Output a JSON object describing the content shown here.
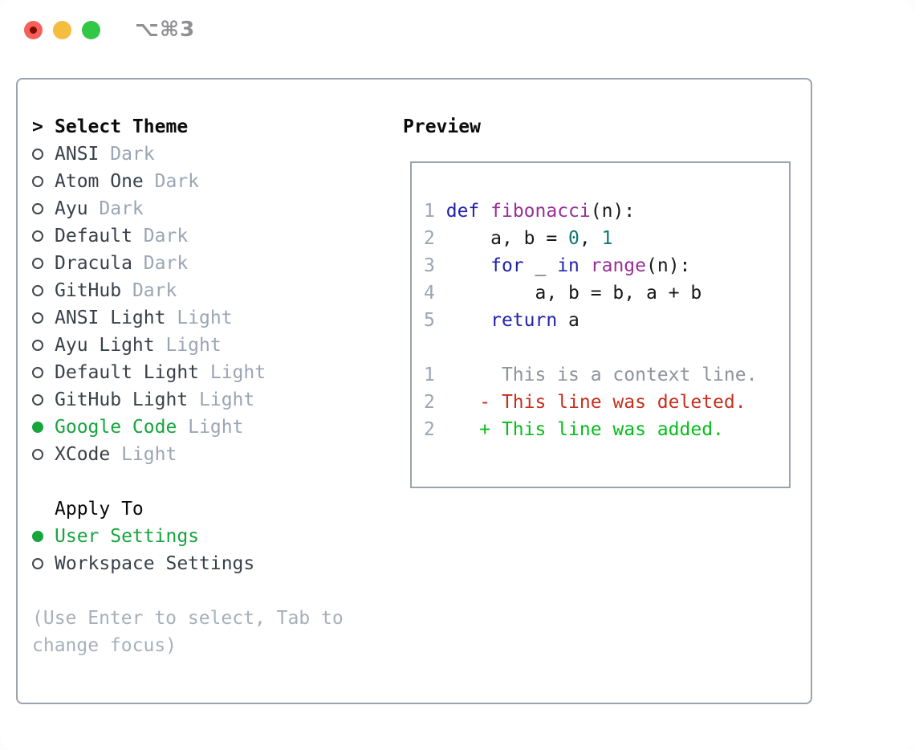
{
  "titlebar": {
    "shortcut": "⌥⌘3"
  },
  "theme_panel": {
    "title_marker": ">",
    "title": "Select Theme",
    "themes": [
      {
        "name": "ANSI",
        "variant": "Dark",
        "selected": false
      },
      {
        "name": "Atom One",
        "variant": "Dark",
        "selected": false
      },
      {
        "name": "Ayu",
        "variant": "Dark",
        "selected": false
      },
      {
        "name": "Default",
        "variant": "Dark",
        "selected": false
      },
      {
        "name": "Dracula",
        "variant": "Dark",
        "selected": false
      },
      {
        "name": "GitHub",
        "variant": "Dark",
        "selected": false
      },
      {
        "name": "ANSI Light",
        "variant": "Light",
        "selected": false
      },
      {
        "name": "Ayu Light",
        "variant": "Light",
        "selected": false
      },
      {
        "name": "Default Light",
        "variant": "Light",
        "selected": false
      },
      {
        "name": "GitHub Light",
        "variant": "Light",
        "selected": false
      },
      {
        "name": "Google Code",
        "variant": "Light",
        "selected": true
      },
      {
        "name": "XCode",
        "variant": "Light",
        "selected": false
      }
    ],
    "apply_to": {
      "title": "Apply To",
      "options": [
        {
          "label": "User Settings",
          "selected": true
        },
        {
          "label": "Workspace Settings",
          "selected": false
        }
      ]
    },
    "help_lines": [
      "(Use Enter to select, Tab to",
      "change focus)"
    ]
  },
  "preview": {
    "title": "Preview",
    "code_lines": [
      {
        "num": "1",
        "tokens": [
          {
            "t": "def",
            "c": "kw"
          },
          {
            "t": " ",
            "c": "pl"
          },
          {
            "t": "fibonacci",
            "c": "fn"
          },
          {
            "t": "(n):",
            "c": "pl"
          }
        ]
      },
      {
        "num": "2",
        "tokens": [
          {
            "t": "    a, b = ",
            "c": "pl"
          },
          {
            "t": "0",
            "c": "lit"
          },
          {
            "t": ", ",
            "c": "pl"
          },
          {
            "t": "1",
            "c": "lit"
          }
        ]
      },
      {
        "num": "3",
        "tokens": [
          {
            "t": "    ",
            "c": "pl"
          },
          {
            "t": "for",
            "c": "kw"
          },
          {
            "t": " _ ",
            "c": "pl"
          },
          {
            "t": "in",
            "c": "kw"
          },
          {
            "t": " ",
            "c": "pl"
          },
          {
            "t": "range",
            "c": "fn"
          },
          {
            "t": "(n):",
            "c": "pl"
          }
        ]
      },
      {
        "num": "4",
        "tokens": [
          {
            "t": "        a, b = b, a + b",
            "c": "pl"
          }
        ]
      },
      {
        "num": "5",
        "tokens": [
          {
            "t": "    ",
            "c": "pl"
          },
          {
            "t": "return",
            "c": "kw"
          },
          {
            "t": " a",
            "c": "pl"
          }
        ]
      }
    ],
    "diff_lines": [
      {
        "num": "1",
        "type": "context",
        "text": "     This is a context line."
      },
      {
        "num": "2",
        "type": "deleted",
        "text": "   - This line was deleted."
      },
      {
        "num": "2",
        "type": "added",
        "text": "   + This line was added."
      }
    ]
  },
  "colors": {
    "selected_green": "#17a53e",
    "keyword_blue": "#2323ad",
    "function_purple": "#982f96",
    "number_teal": "#0d7676",
    "diff_deleted_red": "#c6301d",
    "diff_added_green": "#06bd1c",
    "muted_gray": "#9aa5b4",
    "panel_border": "#9ba3ad",
    "traffic_red": "#f6605a",
    "traffic_yellow": "#f5bd3e",
    "traffic_green": "#33c748"
  }
}
